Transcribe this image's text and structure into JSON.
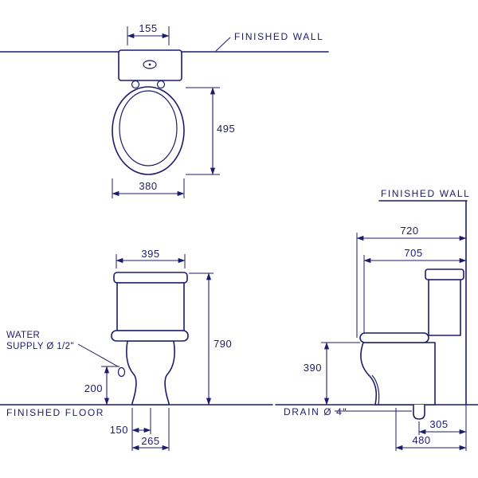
{
  "colors": {
    "ink": "#1c1c6b",
    "bg": "#ffffff"
  },
  "views": {
    "top": {
      "wall_label": "FINISHED  WALL",
      "dims": {
        "tank_width": "155",
        "depth": "495",
        "seat_width": "380"
      }
    },
    "front": {
      "water_supply_line1": "WATER",
      "water_supply_line2": "SUPPLY Ø 1/2\"",
      "floor_label": "FINISHED  FLOOR",
      "dims": {
        "width": "395",
        "height": "790",
        "supply_height": "200",
        "supply_offset": "150",
        "base_width": "265"
      }
    },
    "side": {
      "wall_label": "FINISHED  WALL",
      "drain_label": "DRAIN Ø 4\"",
      "dims": {
        "overall_depth": "720",
        "seat_depth": "705",
        "outlet_height": "390",
        "outlet_to_wall": "305",
        "base_depth": "480"
      }
    }
  }
}
